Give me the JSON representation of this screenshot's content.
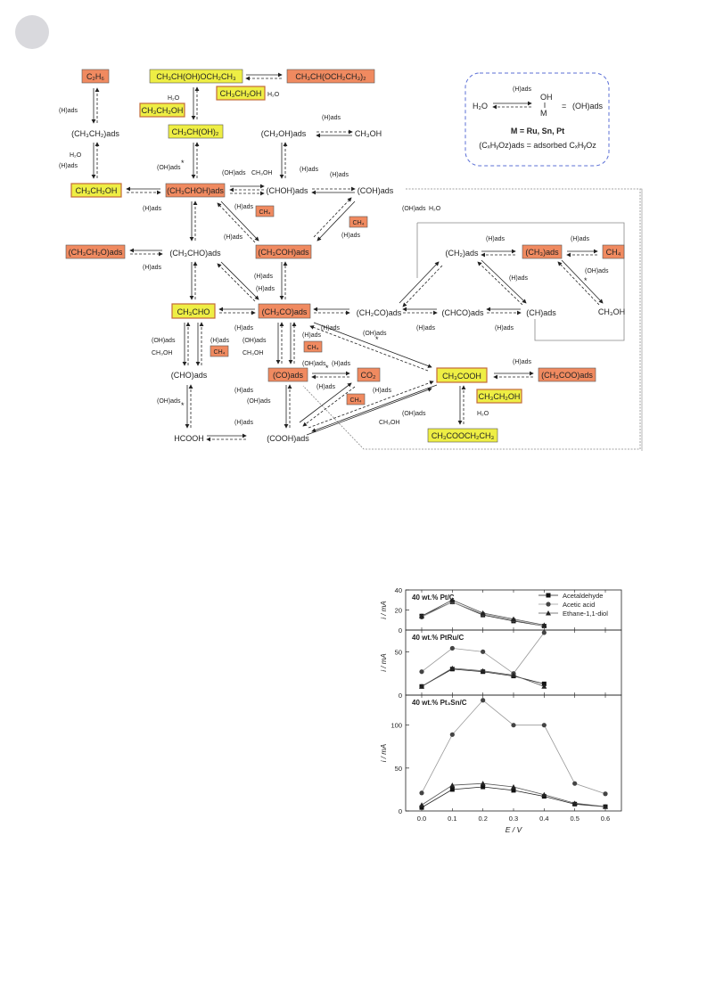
{
  "scheme": {
    "nodes": {
      "c2h6": "C₂H₆",
      "hemiacetal": "CH₃CH(OH)OCH₂CH₃",
      "acetal": "CH₃CH(OCH₂CH₃)₂",
      "ethanol_side": "CH₃CH₂OH",
      "ethanol_left": "CH₃CH₂OH",
      "ch3ch2_ads": "(CH₃CH₂)ads",
      "diol": "CH₃CH(OH)₂",
      "ch2oh_ads": "(CH₂OH)ads",
      "methanol_top": "CH₃OH",
      "ethanol": "CH₃CH₂OH",
      "ch3choh_ads": "(CH₃CHOH)ads",
      "chOH_ads": "(CHOH)ads",
      "coh_ads": "(COH)ads",
      "ch3ch2o_ads": "(CH₃CH₂O)ads",
      "ch3cho_ads": "(CH₃CHO)ads",
      "ch3coh_ads": "(CH₃COH)ads",
      "ch2_ads": "(CH₂)ads",
      "ch3_ads": "(CH₃)ads",
      "ch4_right": "CH₄",
      "methanol_right": "CH₃OH",
      "acetaldehyde": "CH₃CHO",
      "ch3co_ads": "(CH₃CO)ads",
      "ch2co_ads": "(CH₂CO)ads",
      "chco_ads": "(CHCO)ads",
      "ch_ads": "(CH)ads",
      "cho_ads": "(CHO)ads",
      "co_ads": "(CO)ads",
      "co2": "CO₂",
      "acetic_acid": "CH₃COOH",
      "acetate_ads": "(CH₃COO)ads",
      "formic_acid": "HCOOH",
      "cooh_ads": "(COOH)ads",
      "ethyl_acetate": "CH₃COOCH₂CH₃",
      "ethanol_ester": "CH₃CH₂OH"
    },
    "ch4_label": "CH₄",
    "h_ads": "(H)ads",
    "oh_ads": "(OH)ads",
    "h2o": "H₂O",
    "ch3oh": "CH₃OH",
    "legend": {
      "h2o": "H₂O",
      "oh": "OH",
      "m": "M",
      "equals": "=",
      "oh_ads": "(OH)ads",
      "m_def": "M = Ru, Sn, Pt",
      "cxhyoz": "(CₓHᵧOz)ads = adsorbed CₓHᵧOz"
    }
  },
  "chart_data": {
    "type": "line",
    "x": [
      0.0,
      0.1,
      0.2,
      0.3,
      0.4,
      0.5,
      0.6
    ],
    "xlabel": "E / V",
    "xticks": [
      "0.0",
      "0.1",
      "0.2",
      "0.3",
      "0.4",
      "0.5",
      "0.6"
    ],
    "legend": [
      {
        "name": "Acetaldehyde",
        "marker": "square"
      },
      {
        "name": "Acetic acid",
        "marker": "circle"
      },
      {
        "name": "Ethane-1,1-diol",
        "marker": "triangle"
      }
    ],
    "legend_position": "top-right",
    "panels": [
      {
        "title": "40 wt.% Pt/C",
        "ylabel": "i / mA",
        "ylim": [
          0,
          40
        ],
        "yticks": [
          0,
          20,
          40
        ],
        "series": [
          {
            "name": "Acetaldehyde",
            "x": [
              0.0,
              0.1,
              0.2,
              0.3,
              0.4
            ],
            "values": [
              14,
              28,
              15,
              9,
              4
            ]
          },
          {
            "name": "Acetic acid",
            "x": [
              0.0,
              0.1,
              0.2,
              0.3,
              0.4
            ],
            "values": [
              13,
              28,
              16,
              10,
              4
            ]
          },
          {
            "name": "Ethane-1,1-diol",
            "x": [
              0.0,
              0.1,
              0.2,
              0.3,
              0.4
            ],
            "values": [
              14,
              30,
              17,
              11,
              5
            ]
          }
        ]
      },
      {
        "title": "40 wt.% PtRu/C",
        "ylabel": "i / mA",
        "ylim": [
          0,
          75
        ],
        "yticks": [
          0,
          50
        ],
        "series": [
          {
            "name": "Acetaldehyde",
            "x": [
              0.0,
              0.1,
              0.2,
              0.3,
              0.4
            ],
            "values": [
              10,
              30,
              27,
              22,
              13
            ]
          },
          {
            "name": "Acetic acid",
            "x": [
              0.0,
              0.1,
              0.2,
              0.3,
              0.4
            ],
            "values": [
              27,
              54,
              50,
              25,
              72
            ]
          },
          {
            "name": "Ethane-1,1-diol",
            "x": [
              0.0,
              0.1,
              0.2,
              0.3,
              0.4
            ],
            "values": [
              10,
              31,
              28,
              23,
              10
            ]
          }
        ]
      },
      {
        "title": "40 wt.% Pt₃Sn/C",
        "ylabel": "i / mA",
        "ylim": [
          0,
          135
        ],
        "yticks": [
          0,
          50,
          100
        ],
        "series": [
          {
            "name": "Acetaldehyde",
            "x": [
              0.0,
              0.1,
              0.2,
              0.3,
              0.4,
              0.5,
              0.6
            ],
            "values": [
              4,
              25,
              28,
              24,
              17,
              8,
              5
            ]
          },
          {
            "name": "Acetic acid",
            "x": [
              0.0,
              0.1,
              0.2,
              0.3,
              0.4,
              0.5,
              0.6
            ],
            "values": [
              21,
              89,
              129,
              100,
              100,
              32,
              20
            ]
          },
          {
            "name": "Ethane-1,1-diol",
            "x": [
              0.0,
              0.1,
              0.2,
              0.3,
              0.4,
              0.5,
              0.6
            ],
            "values": [
              7,
              30,
              32,
              28,
              19,
              9,
              5
            ]
          }
        ]
      }
    ]
  }
}
